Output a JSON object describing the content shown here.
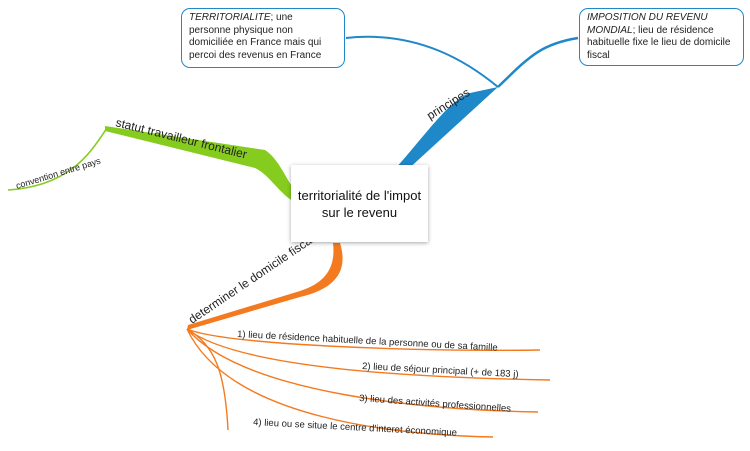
{
  "central_topic": {
    "line1": "territorialité de l'impot",
    "line2": "sur le revenu"
  },
  "branches": {
    "principes": {
      "label": "principes",
      "color": "#1e88c9",
      "note_left": {
        "title": "TERRITORIALITE",
        "text": "; une personne physique non domiciliée en France mais qui percoi des revenus en France"
      },
      "note_right": {
        "title": "IMPOSITION DU REVENU MONDIAL",
        "text": "; lieu de résidence habituelle fixe le lieu de domicile fiscal"
      }
    },
    "statut": {
      "label": "statut travailleur frontalier",
      "color": "#86cc1f",
      "child": "convention entre pays"
    },
    "domicile": {
      "label": "determiner le domicile fiscal",
      "color": "#f47a1f",
      "children": [
        "1) lieu de résidence habituelle de la personne ou de sa famille",
        "2) lieu de séjour principal (+ de 183 j)",
        "3) lieu des activités professionnelles",
        "4) lieu ou se situe le centre d'interet économique"
      ]
    }
  }
}
